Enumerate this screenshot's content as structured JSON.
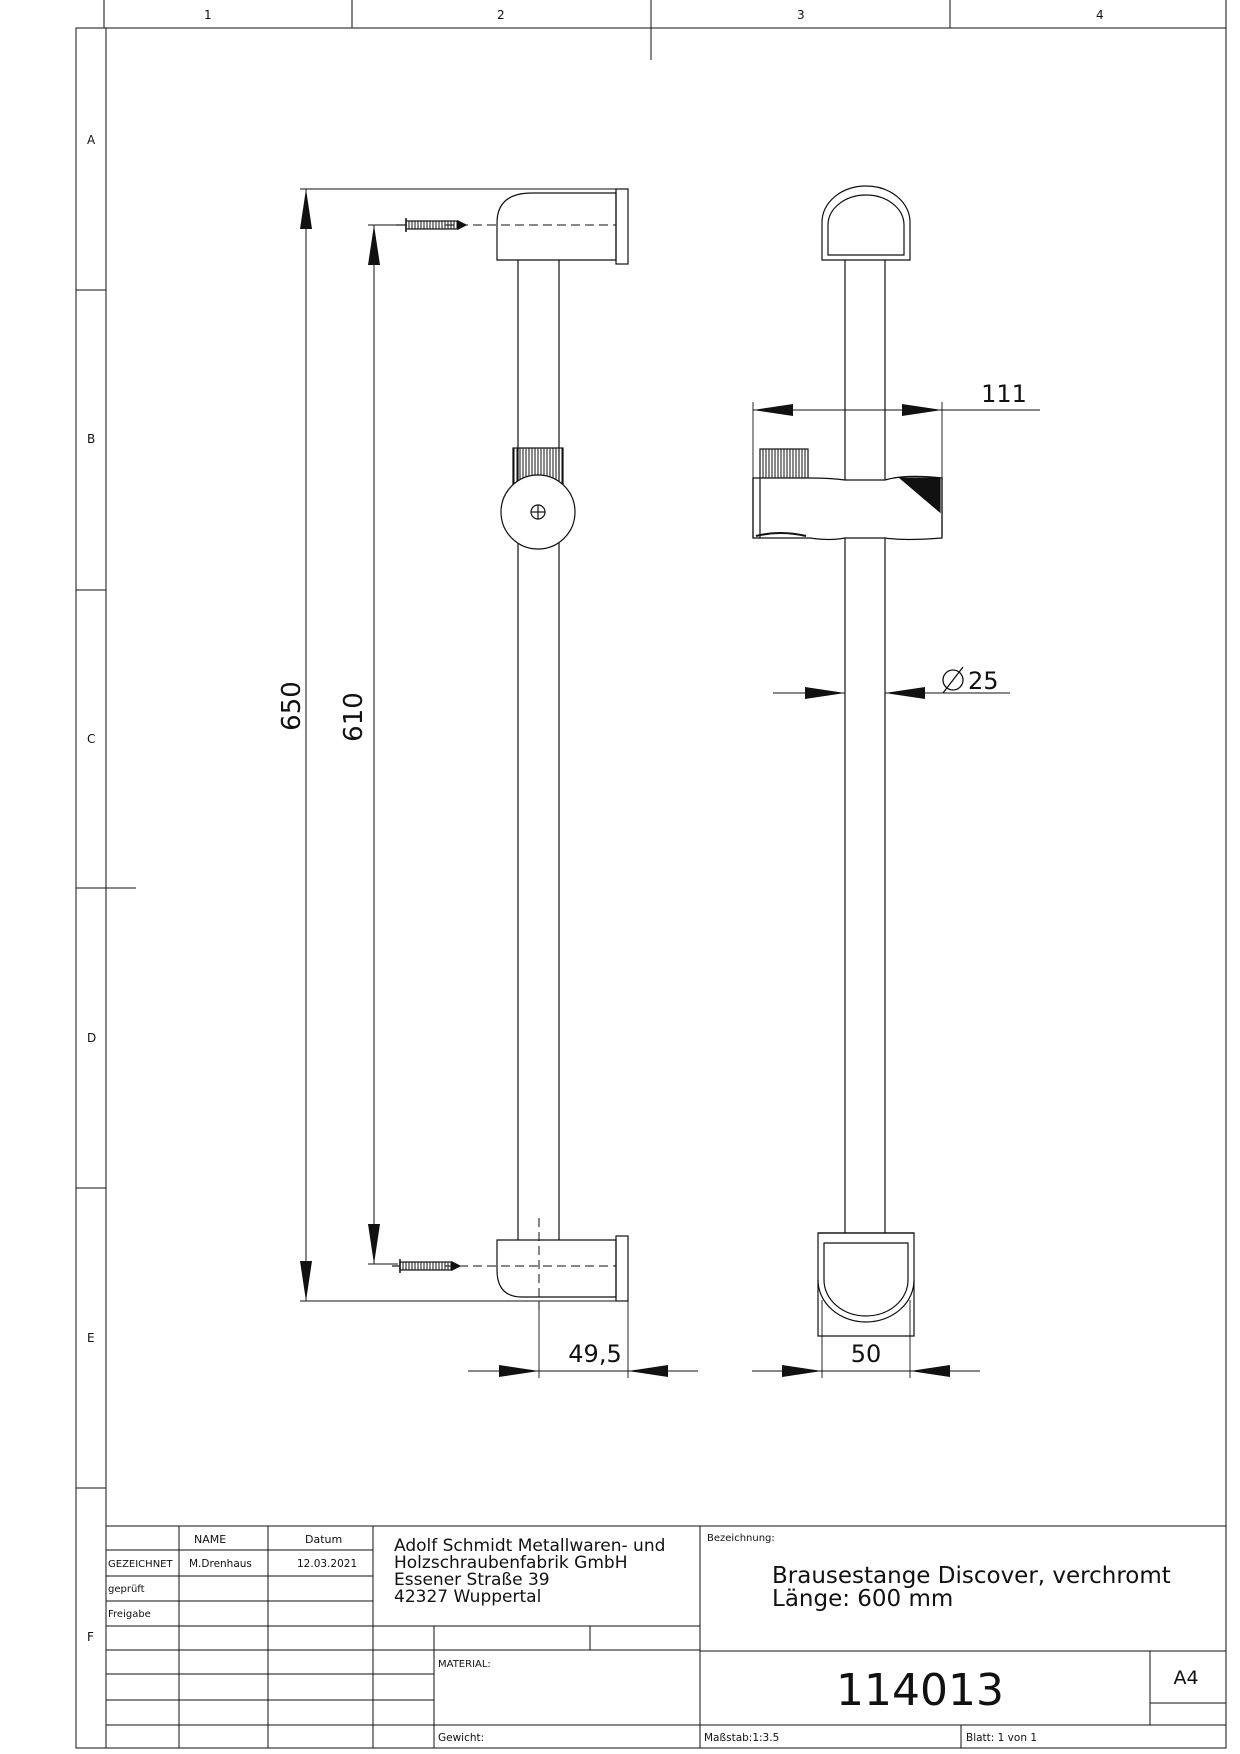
{
  "frame": {
    "columns": [
      "1",
      "2",
      "3",
      "4"
    ],
    "rows": [
      "A",
      "B",
      "C",
      "D",
      "E",
      "F"
    ]
  },
  "dimensions": {
    "total_height": "650",
    "mount_distance": "610",
    "slider_reach": "111",
    "rod_diameter": "25",
    "wall_offset": "49,5",
    "bracket_width": "50"
  },
  "title_block": {
    "header_name": "NAME",
    "header_date": "Datum",
    "rows": [
      {
        "label": "GEZEICHNET",
        "name": "M.Drenhaus",
        "date": "12.03.2021"
      },
      {
        "label": "geprüft",
        "name": "",
        "date": ""
      },
      {
        "label": "Freigabe",
        "name": "",
        "date": ""
      }
    ],
    "company_lines": [
      "Adolf Schmidt Metallwaren- und",
      "Holzschraubenfabrik GmbH",
      "Essener Straße 39",
      "42327 Wuppertal"
    ],
    "designation_label": "Bezeichnung:",
    "designation_lines": [
      "Brausestange Discover, verchromt",
      "Länge: 600 mm"
    ],
    "material_label": "MATERIAL:",
    "drawing_number": "114013",
    "sheet_format": "A4",
    "weight_label": "Gewicht:",
    "scale": "Maßstab:1:3.5",
    "sheet": "Blatt: 1 von 1"
  }
}
